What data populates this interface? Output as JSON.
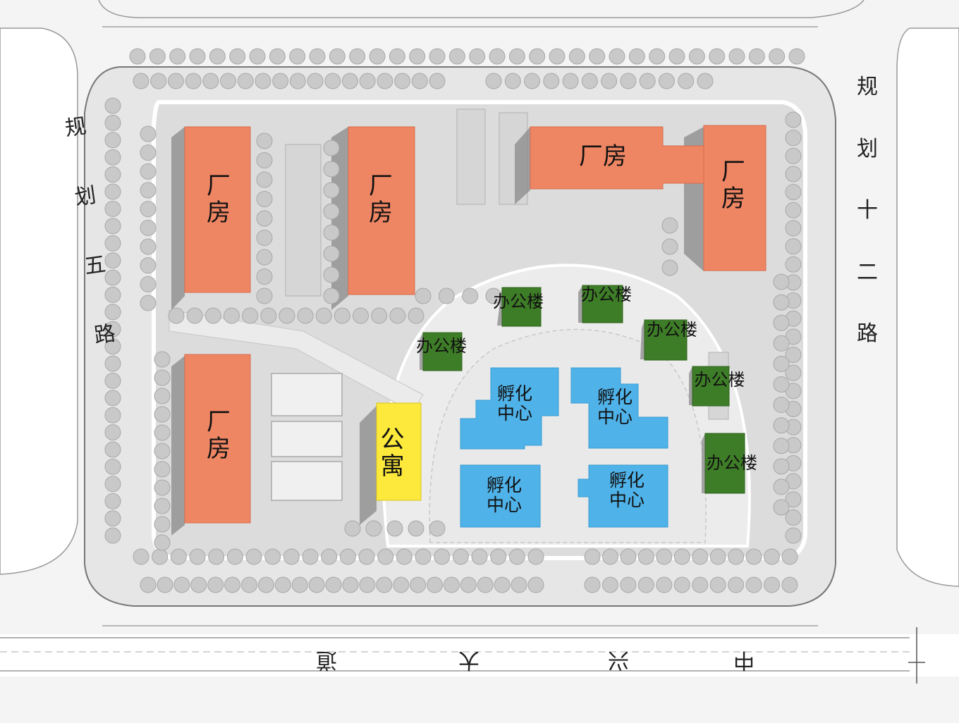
{
  "colors": {
    "factory": "#ee8664",
    "office": "#3e7d27",
    "incubator": "#4fb2e8",
    "apartment": "#fde93b",
    "background": "#f4f4f4",
    "road": "#ffffff",
    "site": "#e6e6e6",
    "tree": "#c9c9c9",
    "line": "#8a8a8a"
  },
  "roads": {
    "west": "规\n划\n五\n路",
    "east": "规\n划\n十\n二\n路",
    "south": [
      "中",
      "兴",
      "大",
      "道"
    ]
  },
  "buildings": {
    "factory_label": "厂\n房",
    "factory_wide_label": "厂房",
    "office_label": "办公楼",
    "incubator_label": "孵化\n中心",
    "apartment_label": "公\n寓"
  }
}
